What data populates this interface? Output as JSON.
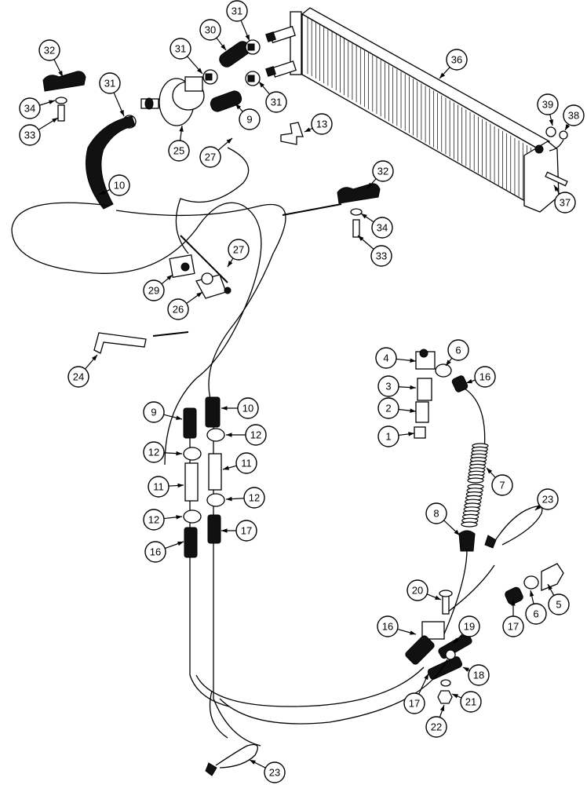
{
  "callouts": [
    {
      "id": "c32a",
      "label": "32"
    },
    {
      "id": "c34a",
      "label": "34"
    },
    {
      "id": "c33a",
      "label": "33"
    },
    {
      "id": "c31a",
      "label": "31"
    },
    {
      "id": "c31b",
      "label": "31"
    },
    {
      "id": "c30",
      "label": "30"
    },
    {
      "id": "c31c",
      "label": "31"
    },
    {
      "id": "c31d",
      "label": "31"
    },
    {
      "id": "c9a",
      "label": "9"
    },
    {
      "id": "c36",
      "label": "36"
    },
    {
      "id": "c13",
      "label": "13"
    },
    {
      "id": "c25",
      "label": "25"
    },
    {
      "id": "c27a",
      "label": "27"
    },
    {
      "id": "c10a",
      "label": "10"
    },
    {
      "id": "c39",
      "label": "39"
    },
    {
      "id": "c38",
      "label": "38"
    },
    {
      "id": "c37",
      "label": "37"
    },
    {
      "id": "c32b",
      "label": "32"
    },
    {
      "id": "c34b",
      "label": "34"
    },
    {
      "id": "c33b",
      "label": "33"
    },
    {
      "id": "c27b",
      "label": "27"
    },
    {
      "id": "c29",
      "label": "29"
    },
    {
      "id": "c26",
      "label": "26"
    },
    {
      "id": "c24",
      "label": "24"
    },
    {
      "id": "c4",
      "label": "4"
    },
    {
      "id": "c6a",
      "label": "6"
    },
    {
      "id": "c16a",
      "label": "16"
    },
    {
      "id": "c3",
      "label": "3"
    },
    {
      "id": "c2",
      "label": "2"
    },
    {
      "id": "c1",
      "label": "1"
    },
    {
      "id": "c9b",
      "label": "9"
    },
    {
      "id": "c10b",
      "label": "10"
    },
    {
      "id": "c12a",
      "label": "12"
    },
    {
      "id": "c12b",
      "label": "12"
    },
    {
      "id": "c11a",
      "label": "11"
    },
    {
      "id": "c11b",
      "label": "11"
    },
    {
      "id": "c12c",
      "label": "12"
    },
    {
      "id": "c12d",
      "label": "12"
    },
    {
      "id": "c7",
      "label": "7"
    },
    {
      "id": "c16b",
      "label": "16"
    },
    {
      "id": "c17a",
      "label": "17"
    },
    {
      "id": "c8",
      "label": "8"
    },
    {
      "id": "c23a",
      "label": "23"
    },
    {
      "id": "c20",
      "label": "20"
    },
    {
      "id": "c5",
      "label": "5"
    },
    {
      "id": "c6b",
      "label": "6"
    },
    {
      "id": "c17b",
      "label": "17"
    },
    {
      "id": "c16c",
      "label": "16"
    },
    {
      "id": "c19",
      "label": "19"
    },
    {
      "id": "c18",
      "label": "18"
    },
    {
      "id": "c17c",
      "label": "17"
    },
    {
      "id": "c21",
      "label": "21"
    },
    {
      "id": "c22",
      "label": "22"
    },
    {
      "id": "c23b",
      "label": "23"
    }
  ]
}
